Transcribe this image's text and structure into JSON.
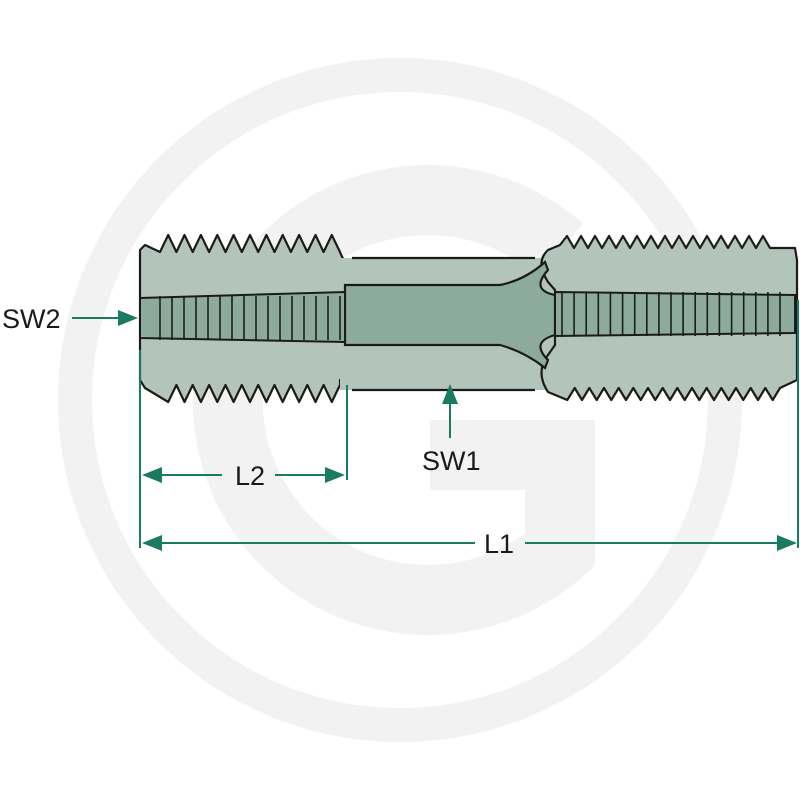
{
  "labels": {
    "sw2": "SW2",
    "sw1": "SW1",
    "l2": "L2",
    "l1": "L1"
  },
  "colors": {
    "background": "#ffffff",
    "watermark": "#f3f3f3",
    "tool_body": "#b2c4ba",
    "tool_core": "#8cab9c",
    "outline": "#1b1b1b",
    "dimension": "#1a7a62",
    "label_text": "#1a1a1a"
  },
  "icons": {
    "watermark": "brand-logo-watermark",
    "arrow": "arrowhead"
  }
}
